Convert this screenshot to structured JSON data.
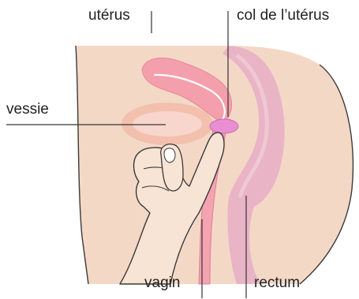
{
  "labels": {
    "uterus": "utérus",
    "cervix": "col de l’utérus",
    "bladder": "vessie",
    "vagina": "vagin",
    "rectum": "rectum"
  },
  "colors": {
    "skin": "#f4d8c6",
    "skin_outline": "#3a3a3a",
    "uterus": "#f4a0ac",
    "uterus_lining": "#ffffff",
    "cervix": "#e98ed0",
    "bladder_wall": "#f2c0ad",
    "bladder_inner": "#f8d6ce",
    "rectum": "#e8b4c6",
    "rectum_inner": "#f0c8d4",
    "vagina": "#f4a3b1",
    "hand": "#f8e4d4",
    "leader_line": "#333333",
    "text": "#222222"
  }
}
